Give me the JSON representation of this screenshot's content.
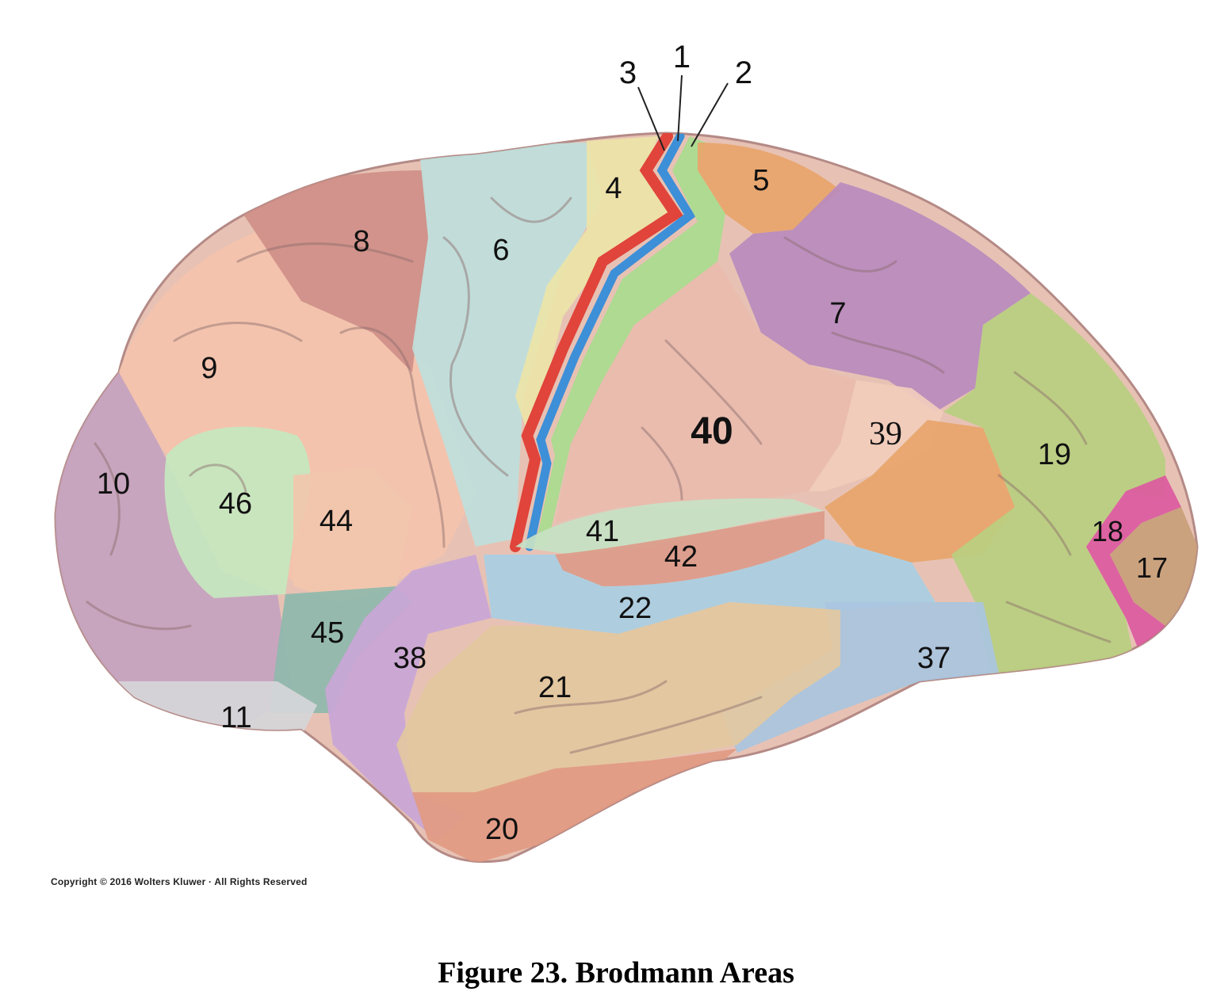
{
  "figure": {
    "caption": "Figure 23. Brodmann Areas",
    "copyright": "Copyright © 2016 Wolters Kluwer · All Rights Reserved"
  },
  "colors": {
    "area_4": "#ede4a8",
    "area_6": "#bfe0dc",
    "area_8": "#cf8f88",
    "area_9": "#f4c3ac",
    "area_10": "#c6a3bf",
    "area_46": "#c6e8bf",
    "area_44": "#f2c7ac",
    "area_45": "#8fb9ad",
    "area_11": "#d6d6d9",
    "area_5": "#e8a56a",
    "area_7": "#b98bbe",
    "area_40": "#e9bcae",
    "area_39": "#f2cdbc",
    "area_19": "#b9cf80",
    "area_18": "#dc5aa0",
    "area_17": "#c8a07a",
    "area_41": "#c7e2c4",
    "area_42": "#dd9b8a",
    "area_22": "#a9cfe3",
    "area_38": "#c9a6d6",
    "area_21": "#e3c8a0",
    "area_20": "#e29a82",
    "area_37": "#a9c6df",
    "area_3": "#e0443a",
    "area_1": "#3d8fd8",
    "area_2": "#a9dc8e"
  },
  "labels": {
    "a1": "1",
    "a2": "2",
    "a3": "3",
    "a4": "4",
    "a5": "5",
    "a6": "6",
    "a7": "7",
    "a8": "8",
    "a9": "9",
    "a10": "10",
    "a11": "11",
    "a17": "17",
    "a18": "18",
    "a19": "19",
    "a20": "20",
    "a21": "21",
    "a22": "22",
    "a37": "37",
    "a38": "38",
    "a39": "39",
    "a40": "40",
    "a41": "41",
    "a42": "42",
    "a44": "44",
    "a45": "45",
    "a46": "46"
  }
}
